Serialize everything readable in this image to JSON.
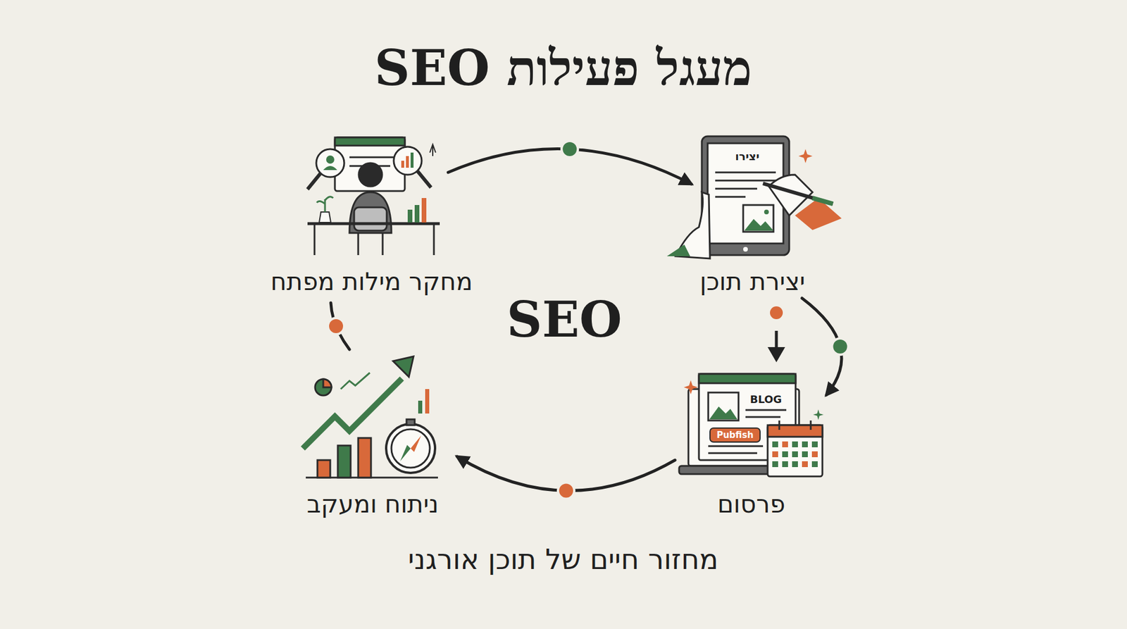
{
  "diagram": {
    "title": "מעגל פעילות SEO",
    "caption": "מחזור חיים של תוכן אורגני",
    "nodes": [
      {
        "text": [
          "מחקר מילות מפתח"
        ]
      },
      {
        "text": [
          "יצירת תוכן"
        ]
      },
      {
        "text": [
          "פרסום"
        ]
      },
      {
        "text": [
          "ניתוח ומעקב"
        ]
      }
    ],
    "edges": [
      {
        "from": 0,
        "to": 1,
        "arrow": "to"
      },
      {
        "from": 1,
        "to": 2,
        "arrow": "to"
      },
      {
        "from": 2,
        "to": 3,
        "arrow": "to"
      },
      {
        "from": 3,
        "to": 0,
        "arrow": "none"
      }
    ],
    "labels": [
      "יצירו",
      "BLOG",
      "Pubfish",
      "SEO"
    ]
  }
}
